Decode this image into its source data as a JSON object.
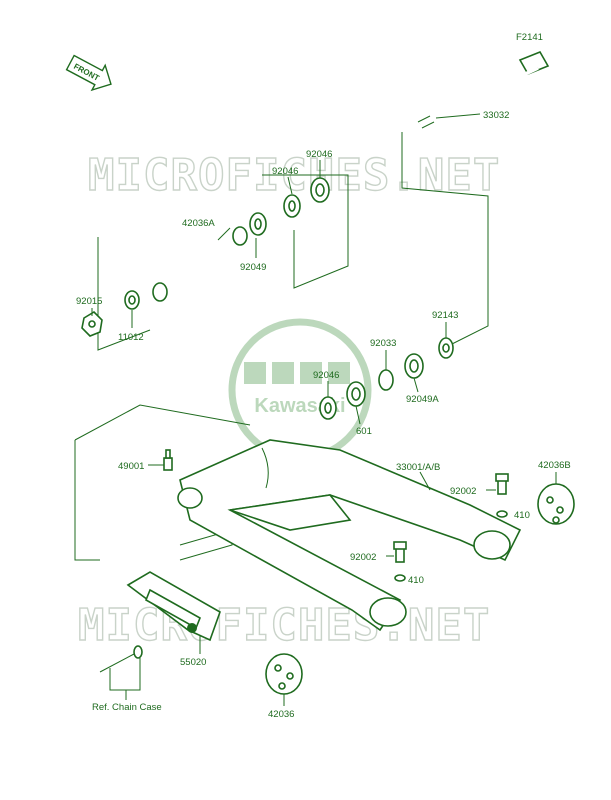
{
  "figure_code": "F2141",
  "front_label": "FRONT",
  "watermark": "MICROFICHES.NET",
  "logo_text": "Kawasaki",
  "colors": {
    "ink": "#1f6b1f",
    "watermark": "#c9d3c9",
    "logo": "#bcd8bc"
  },
  "callouts": [
    "33032",
    "92046",
    "92046",
    "42036A",
    "92049",
    "92015",
    "11012",
    "92143",
    "92033",
    "92046",
    "92049A",
    "601",
    "49001",
    "33001/A/B",
    "42036B",
    "92002",
    "410",
    "92002",
    "410",
    "55020",
    "Ref. Chain Case",
    "42036"
  ]
}
